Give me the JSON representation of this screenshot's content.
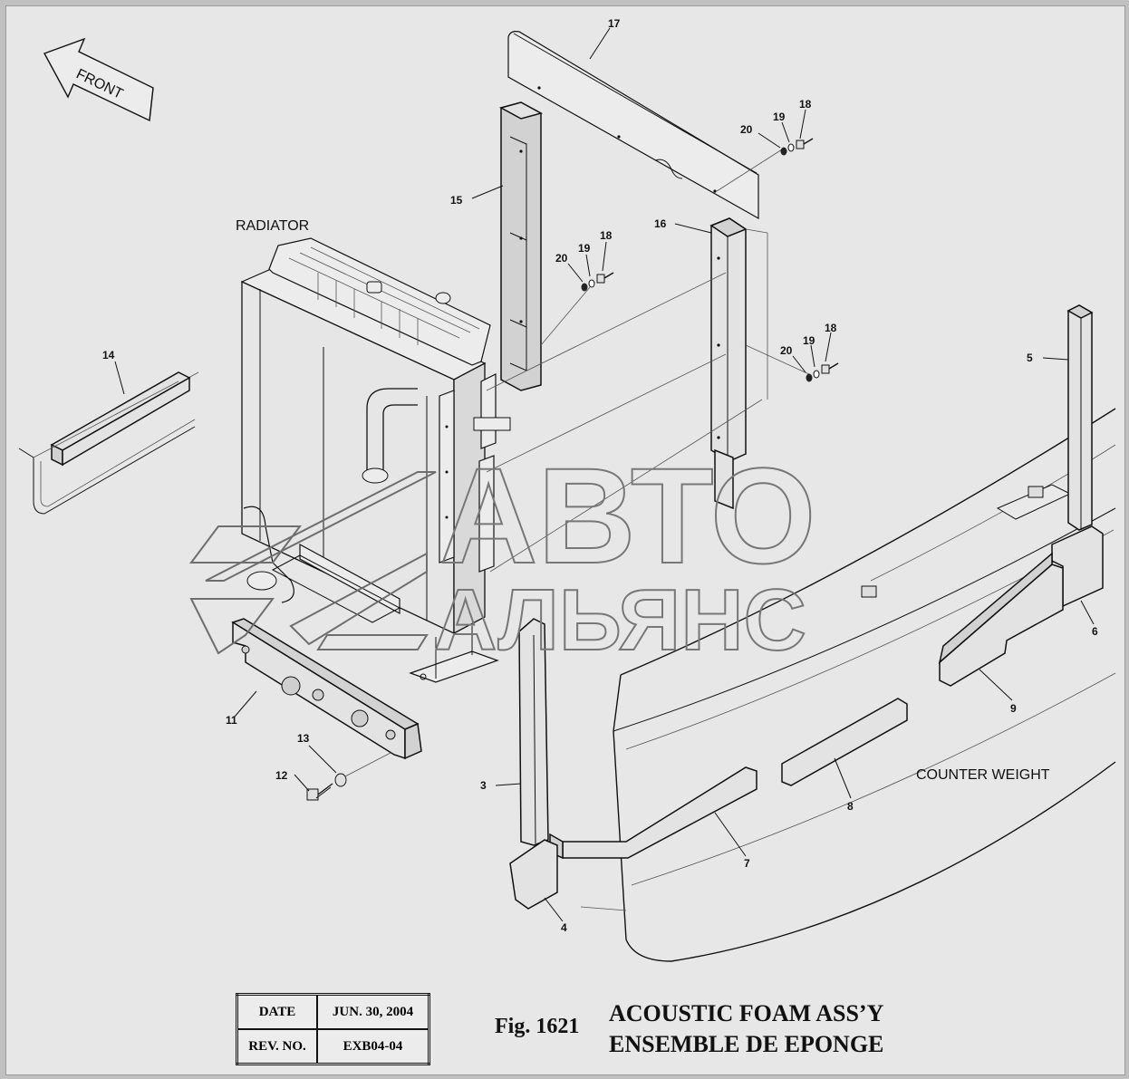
{
  "drawing": {
    "front_arrow": "FRONT",
    "radiator_label": "RADIATOR",
    "counterweight_label": "COUNTER WEIGHT",
    "watermark": {
      "line1": "АВТО",
      "line2": "АЛЬЯНС"
    },
    "callouts": {
      "p3": "3",
      "p4": "4",
      "p5": "5",
      "p6": "6",
      "p7": "7",
      "p8": "8",
      "p9": "9",
      "p11": "11",
      "p12": "12",
      "p13": "13",
      "p14": "14",
      "p15": "15",
      "p16": "16",
      "p17": "17",
      "p18a": "18",
      "p19a": "19",
      "p20a": "20",
      "p18b": "18",
      "p19b": "19",
      "p20b": "20",
      "p18c": "18",
      "p19c": "19",
      "p20c": "20"
    }
  },
  "title_block": {
    "date_label": "DATE",
    "date_value": "JUN. 30, 2004",
    "rev_label": "REV. NO.",
    "rev_value": "EXB04-04"
  },
  "figure": {
    "number": "Fig. 1621",
    "title_en": "ACOUSTIC FOAM ASS’Y",
    "title_fr": "ENSEMBLE DE EPONGE"
  }
}
